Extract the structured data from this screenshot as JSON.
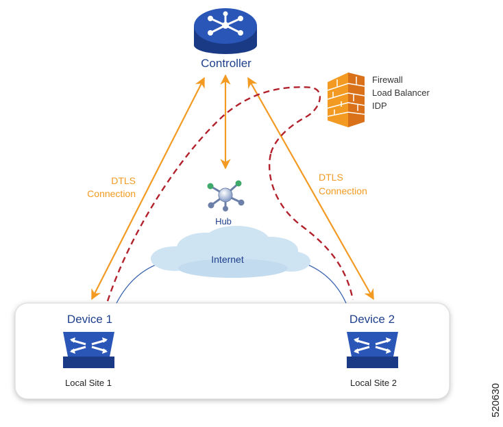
{
  "controller": {
    "label": "Controller"
  },
  "firewall": {
    "lines": [
      "Firewall",
      "Load Balancer",
      "IDP"
    ]
  },
  "hub": {
    "label": "Hub"
  },
  "internet": {
    "label": "Internet"
  },
  "connections": {
    "left": {
      "line1": "DTLS",
      "line2": "Connection"
    },
    "right": {
      "line1": "DTLS",
      "line2": "Connection"
    }
  },
  "devices": [
    {
      "name": "Device 1",
      "site": "Local Site 1"
    },
    {
      "name": "Device 2",
      "site": "Local Site 2"
    }
  ],
  "figure_id": "520630",
  "colors": {
    "router_blue": "#1d3f8f",
    "orange": "#f39a22",
    "red_dashed": "#b3212c",
    "text_blue": "#1f3f8c",
    "cloud": "#cfe4f3"
  }
}
